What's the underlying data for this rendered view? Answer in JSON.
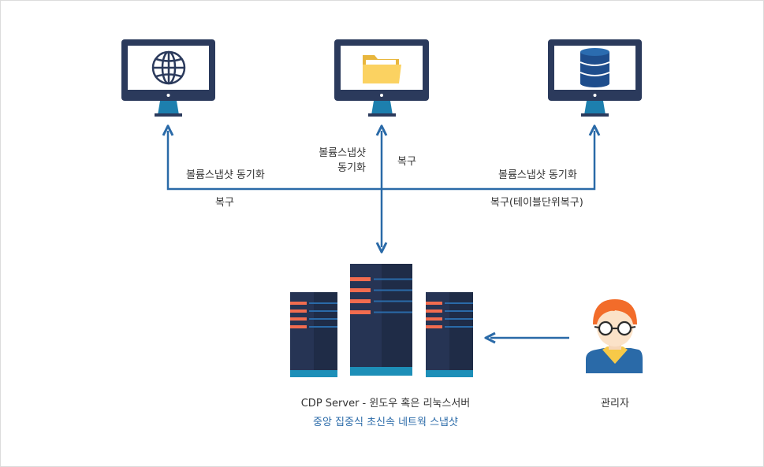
{
  "labels": {
    "left_sync": "볼륨스냅샷 동기화",
    "left_restore": "복구",
    "center_sync_line1": "볼륨스냅샷",
    "center_sync_line2": "동기화",
    "center_restore": "복구",
    "right_sync": "볼륨스냅샷 동기화",
    "right_restore": "복구(테이블단위복구)"
  },
  "server": {
    "title": "CDP Server - 윈도우 혹은 리눅스서버",
    "subtitle": "중앙 집중식 초신속 네트웍 스냅샷"
  },
  "admin": {
    "label": "관리자"
  },
  "colors": {
    "navy": "#2b3a5c",
    "blue": "#2a6aa8",
    "teal": "#1d8fb8",
    "orange": "#f26c4f",
    "folder": "#fbd261"
  },
  "icons": [
    "globe-icon",
    "folder-icon",
    "database-icon",
    "server-icon",
    "admin-avatar-icon"
  ]
}
